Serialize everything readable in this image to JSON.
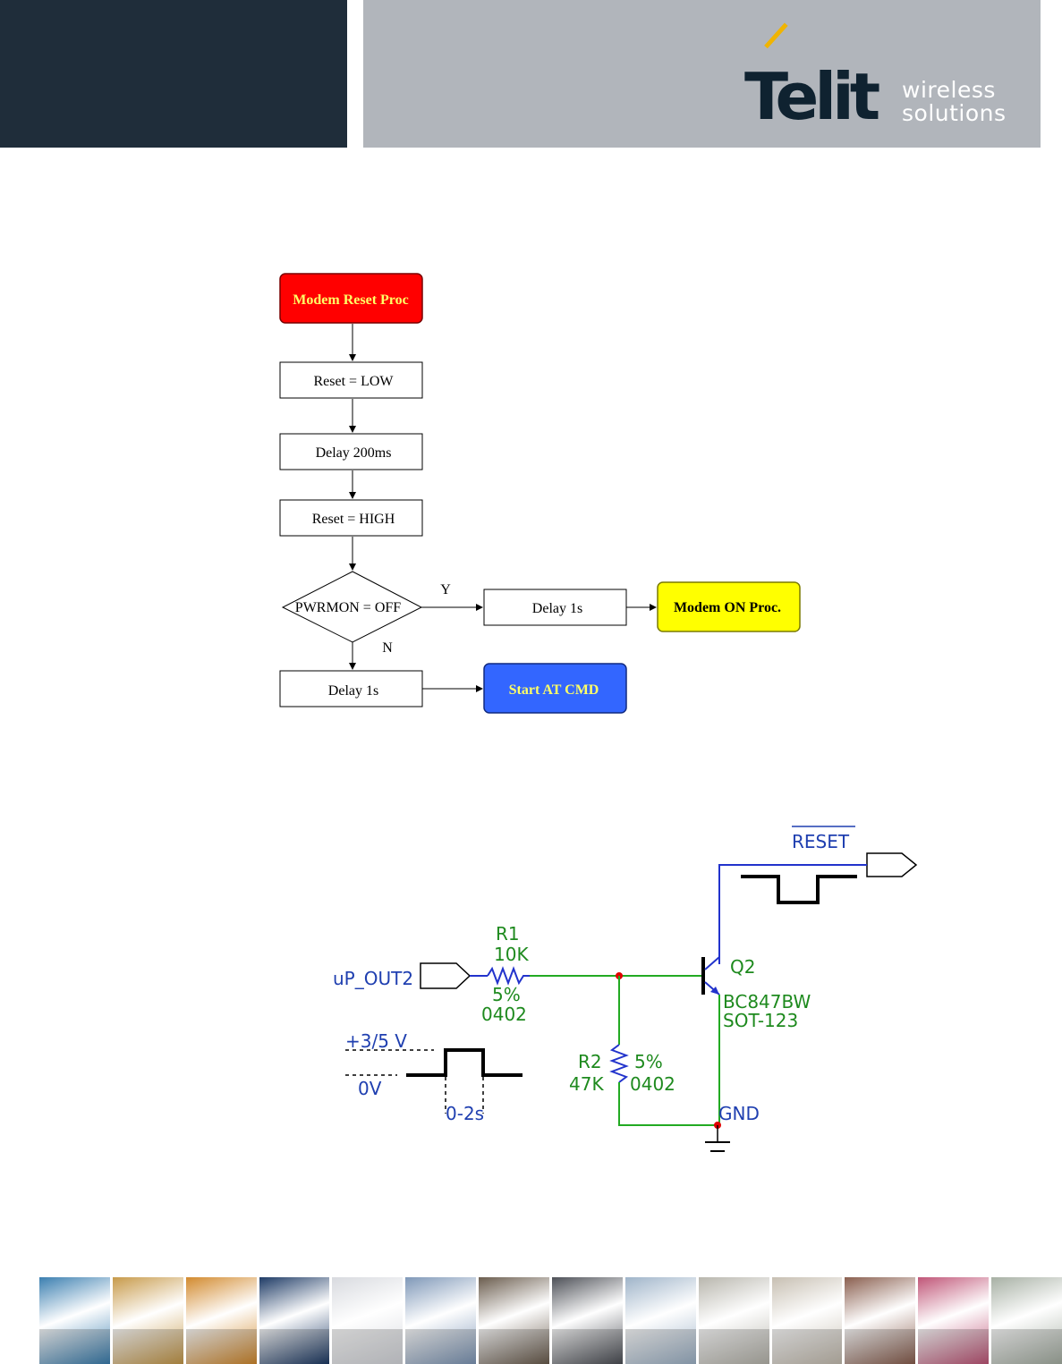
{
  "header": {
    "logo_text": "Telit",
    "logo_sub_line1": "wireless",
    "logo_sub_line2": "solutions",
    "dark_panel_color": "#1f2d3a",
    "gray_panel_color": "#b1b5bb",
    "accent_color": "#f0b400"
  },
  "flowchart": {
    "start": "Modem Reset Proc",
    "step_reset_low": "Reset = LOW",
    "step_delay_200": "Delay 200ms",
    "step_reset_high": "Reset = HIGH",
    "decision": "PWRMON = OFF",
    "branch_yes": "Y",
    "branch_no": "N",
    "yes_delay": "Delay 1s",
    "yes_target": "Modem ON Proc.",
    "no_delay": "Delay 1s",
    "no_target": "Start AT CMD",
    "start_color": "#ff0000",
    "yes_target_color": "#ffff00",
    "no_target_color": "#3366ff"
  },
  "schematic": {
    "reset_label": "RESET",
    "input_label": "uP_OUT2",
    "r1_name": "R1",
    "r1_value": "10K",
    "r1_tol": "5%",
    "r1_pkg": "0402",
    "r2_name": "R2",
    "r2_value": "47K",
    "r2_tol": "5%",
    "r2_pkg": "0402",
    "q2_name": "Q2",
    "q2_part": "BC847BW",
    "q2_pkg": "SOT-123",
    "gnd_label": "GND",
    "v_high": "+3/5 V",
    "v_low": "0V",
    "pulse_duration": "0-2s"
  },
  "footer": {
    "photos": [
      {
        "name": "highway-photo",
        "color": "#3b7fb0"
      },
      {
        "name": "phone-booth-photo",
        "color": "#c79a4a"
      },
      {
        "name": "containers-photo",
        "color": "#d28a2e"
      },
      {
        "name": "digital-clock-photo",
        "color": "#1e3b66"
      },
      {
        "name": "keyboard-photo",
        "color": "#d8dadf"
      },
      {
        "name": "cyclist-photo",
        "color": "#7f98b8"
      },
      {
        "name": "card-reader-photo",
        "color": "#6b5d4e"
      },
      {
        "name": "vending-machine-photo",
        "color": "#4d5057"
      },
      {
        "name": "wind-turbines-photo",
        "color": "#9fb4c9"
      },
      {
        "name": "utility-meter-photo",
        "color": "#b8b6ad"
      },
      {
        "name": "laser-lines-photo",
        "color": "#c7bfb2"
      },
      {
        "name": "metro-station-photo",
        "color": "#8a5f4f"
      },
      {
        "name": "shelves-photo",
        "color": "#c05678"
      },
      {
        "name": "security-camera-photo",
        "color": "#a7b0a4"
      }
    ]
  }
}
